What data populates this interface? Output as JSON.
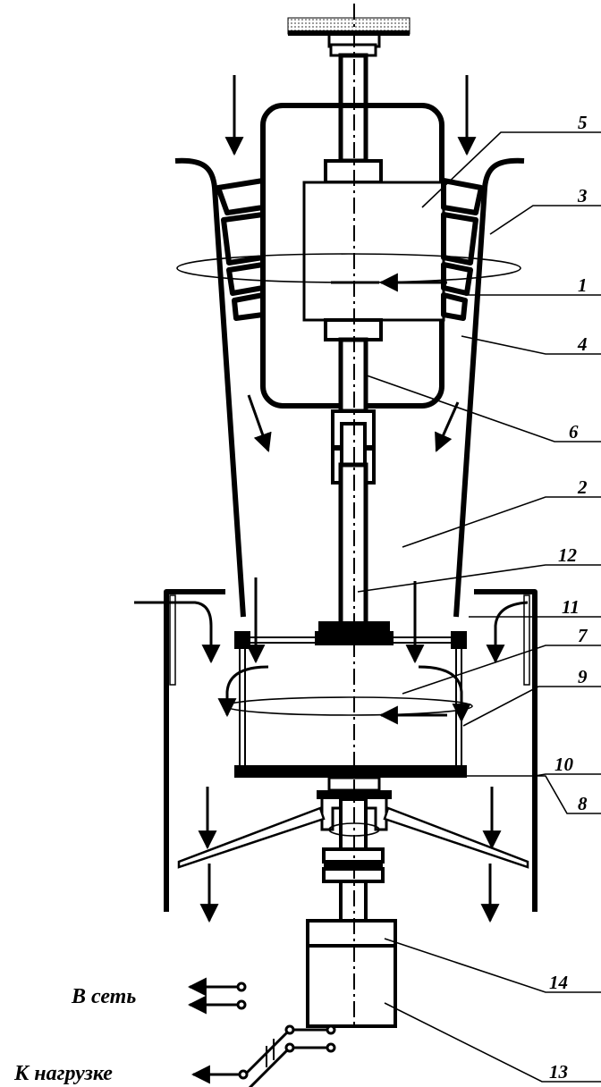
{
  "labels": {
    "n1": "1",
    "n2": "2",
    "n3": "3",
    "n4": "4",
    "n5": "5",
    "n6": "6",
    "n7": "7",
    "n8": "8",
    "n9": "9",
    "n10": "10",
    "n11": "11",
    "n12": "12",
    "n13": "13",
    "n14": "14"
  },
  "captions": {
    "network": "В сеть",
    "load": "К нагрузке"
  }
}
